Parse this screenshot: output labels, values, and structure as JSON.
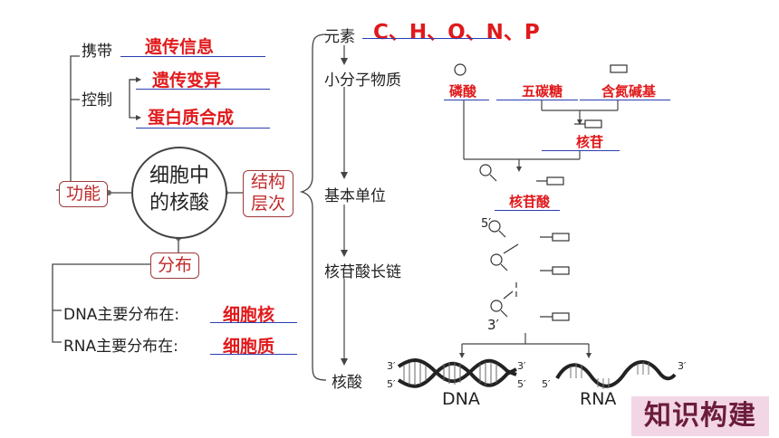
{
  "center": {
    "line1": "细胞中",
    "line2": "的核酸"
  },
  "function_box": "功能",
  "structure_box": {
    "line1": "结构",
    "line2": "层次"
  },
  "distribution_box": "分布",
  "carry": {
    "label": "携带",
    "answer": "遗传信息"
  },
  "control": {
    "label": "控制",
    "answer1": "遗传变异",
    "answer2": "蛋白质合成"
  },
  "dna_dist": {
    "label": "DNA主要分布在:",
    "answer": "细胞核"
  },
  "rna_dist": {
    "label": "RNA主要分布在:",
    "answer": "细胞质"
  },
  "levels": {
    "elements": "元素",
    "elements_answer": "C、H、O、N、P",
    "small_molecules": "小分子物质",
    "basic_unit": "基本单位",
    "chain": "核苷酸长链",
    "nucleic_acid": "核酸"
  },
  "molecules": {
    "phosphate": "磷酸",
    "pentose": "五碳糖",
    "base": "含氮碱基",
    "nucleoside": "核苷",
    "nucleotide": "核苷酸"
  },
  "strand_labels": {
    "five_prime": "5′",
    "three_prime": "3′",
    "dna": "DNA",
    "rna": "RNA"
  },
  "badge": "知识构建"
}
